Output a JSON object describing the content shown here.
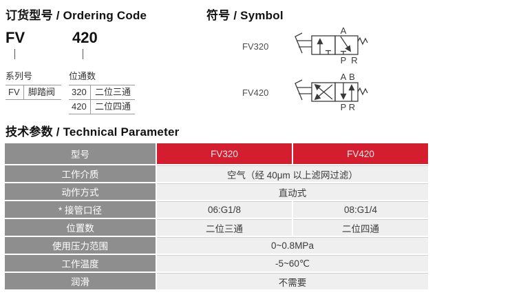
{
  "ordering": {
    "title": "订货型号 / Ordering Code",
    "code_prefix": "FV",
    "code_number": "420",
    "series": {
      "label": "系列号",
      "rows": [
        {
          "code": "FV",
          "desc": "脚踏阀"
        }
      ]
    },
    "ways": {
      "label": "位通数",
      "rows": [
        {
          "code": "320",
          "desc": "二位三通"
        },
        {
          "code": "420",
          "desc": "二位四通"
        }
      ]
    }
  },
  "symbol": {
    "title": "符号 / Symbol",
    "items": [
      {
        "label": "FV320",
        "port_a": "A",
        "port_p": "P",
        "port_r": "R"
      },
      {
        "label": "FV420",
        "port_a": "A",
        "port_b": "B",
        "port_p": "P",
        "port_r": "R"
      }
    ]
  },
  "tech": {
    "title": "技术参数 / Technical Parameter",
    "header": {
      "label": "型号",
      "col1": "FV320",
      "col2": "FV420"
    },
    "rows": [
      {
        "label": "工作介质",
        "merged": "空气（经 40μm 以上滤网过滤）"
      },
      {
        "label": "动作方式",
        "merged": "直动式"
      },
      {
        "label": "* 接管口径",
        "col1": "06:G1/8",
        "col2": "08:G1/4"
      },
      {
        "label": "位置数",
        "col1": "二位三通",
        "col2": "二位四通"
      },
      {
        "label": "使用压力范围",
        "merged": "0~0.8MPa"
      },
      {
        "label": "工作温度",
        "merged": "-5~60℃"
      },
      {
        "label": "润滑",
        "merged": "不需要"
      }
    ]
  },
  "colors": {
    "accent_red": "#d41e2f",
    "label_gray": "#8e8e8e",
    "cell_bg": "#efefef"
  }
}
